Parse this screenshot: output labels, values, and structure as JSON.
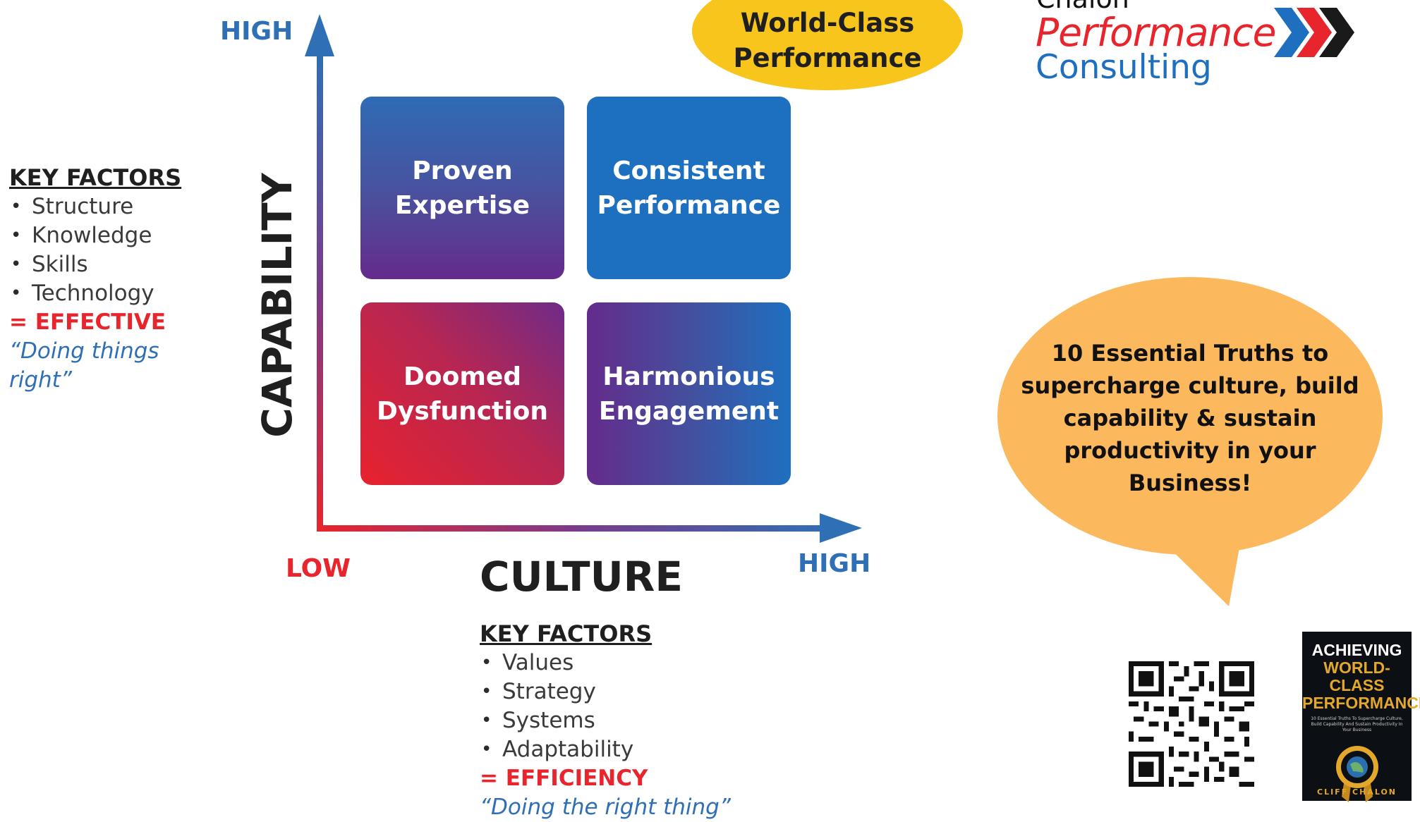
{
  "axes": {
    "y_high": "HIGH",
    "y_title": "CAPABILITY",
    "x_low": "LOW",
    "x_title": "CULTURE",
    "x_high": "HIGH"
  },
  "quadrants": {
    "top_left": [
      "Proven",
      "Expertise"
    ],
    "top_right": [
      "Consistent",
      "Performance"
    ],
    "bottom_left": [
      "Doomed",
      "Dysfunction"
    ],
    "bottom_right": [
      "Harmonious",
      "Engagement"
    ]
  },
  "world_class_bubble": [
    "World-Class",
    "Performance"
  ],
  "logo": {
    "line1": "Chalon",
    "line2": "Performance",
    "line3": "Consulting"
  },
  "capability_factors": {
    "title": "KEY FACTORS",
    "items": [
      "Structure",
      "Knowledge",
      "Skills",
      "Technology"
    ],
    "result": "= EFFECTIVE",
    "quote_line1": "“Doing things",
    "quote_line2": "right”"
  },
  "culture_factors": {
    "title": "KEY FACTORS",
    "items": [
      "Values",
      "Strategy",
      "Systems",
      "Adaptability"
    ],
    "result": "= EFFICIENCY",
    "quote": "“Doing the right thing”"
  },
  "speech_bubble": [
    "10 Essential Truths to",
    "supercharge culture, build",
    "capability & sustain",
    "productivity in your",
    "Business!"
  ],
  "book": {
    "title1": "ACHIEVING",
    "title2": "WORLD-CLASS",
    "title3": "PERFORMANCE",
    "subtitle": "10 Essential Truths To Supercharge Culture, Build Capability And Sustain Productivity In Your Business",
    "author": "CLIFF CHALON"
  },
  "colors": {
    "red": "#e8252c",
    "blue": "#1d6fc0",
    "purple": "#652b8c",
    "yellow": "#f8c51c",
    "orange_bubble": "#fcb85c"
  }
}
